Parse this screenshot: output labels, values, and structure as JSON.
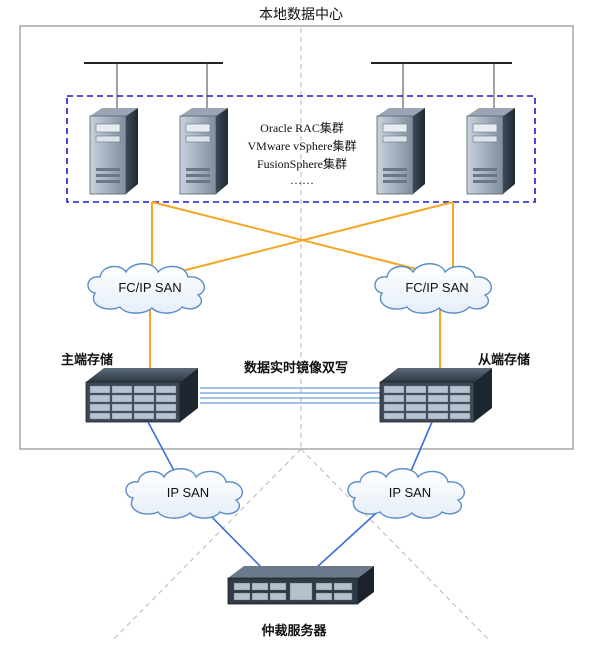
{
  "datacenter": {
    "title": "本地数据中心"
  },
  "cluster": {
    "lines": [
      "Oracle RAC集群",
      "VMware  vSphere集群",
      "FusionSphere集群",
      "……"
    ]
  },
  "sans": {
    "fc_left": "FC/IP SAN",
    "fc_right": "FC/IP SAN",
    "ip_left": "IP SAN",
    "ip_right": "IP SAN"
  },
  "storage": {
    "primary": "主端存储",
    "secondary": "从端存储",
    "mirror": "数据实时镜像双写"
  },
  "arbiter": {
    "label": "仲裁服务器"
  },
  "colors": {
    "orange_link": "#f5a623",
    "blue_link": "#3a6fd8",
    "cluster_border": "#1a1ad0",
    "cloud_stroke": "#5a8cc8",
    "frame": "#9a9a9a"
  }
}
